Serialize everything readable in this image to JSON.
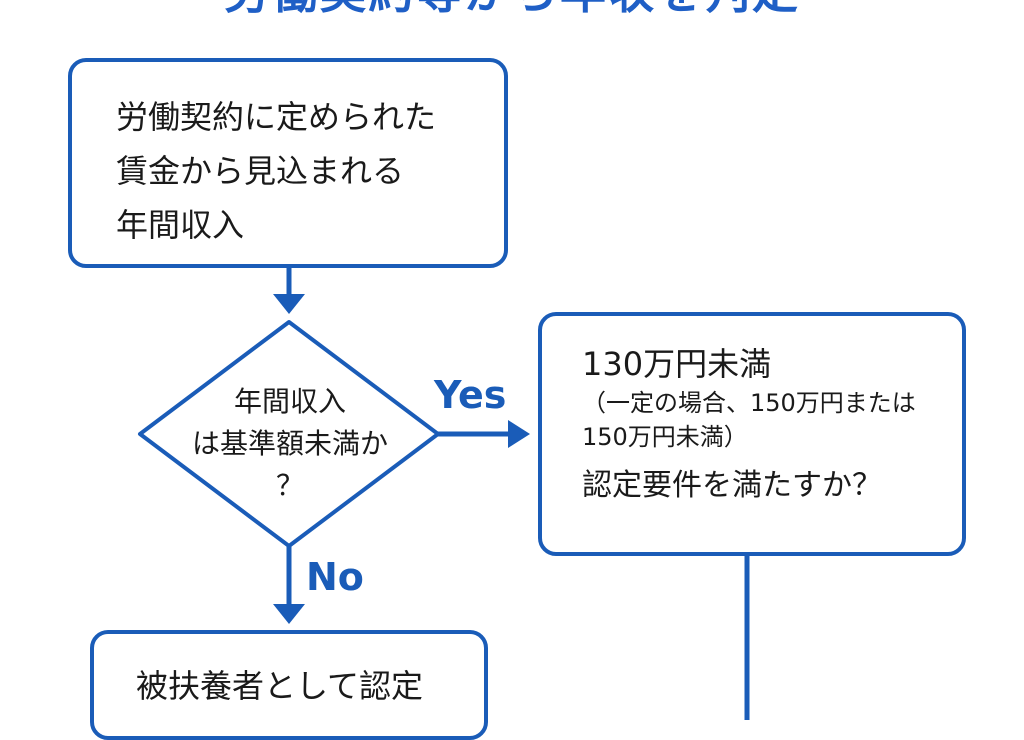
{
  "title": "労働契約等から年収を判定",
  "start_box": {
    "lines": [
      "労働契約に定められた",
      "賃金から見込まれる",
      "年間収入"
    ]
  },
  "decision": {
    "lines": [
      "年間収入",
      "は基準額未満か",
      "？"
    ]
  },
  "yes_label": "Yes",
  "no_label": "No",
  "yes_box": {
    "main": "130万円未満",
    "note_line1": "（一定の場合、150万円または",
    "note_line2": "150万円未満）",
    "question": "認定要件を満たすか？"
  },
  "no_box": {
    "text": "被扶養者として認定"
  },
  "colors": {
    "accent": "#1a5cb8",
    "background": "#ffffff",
    "text": "#1a1a1a"
  }
}
